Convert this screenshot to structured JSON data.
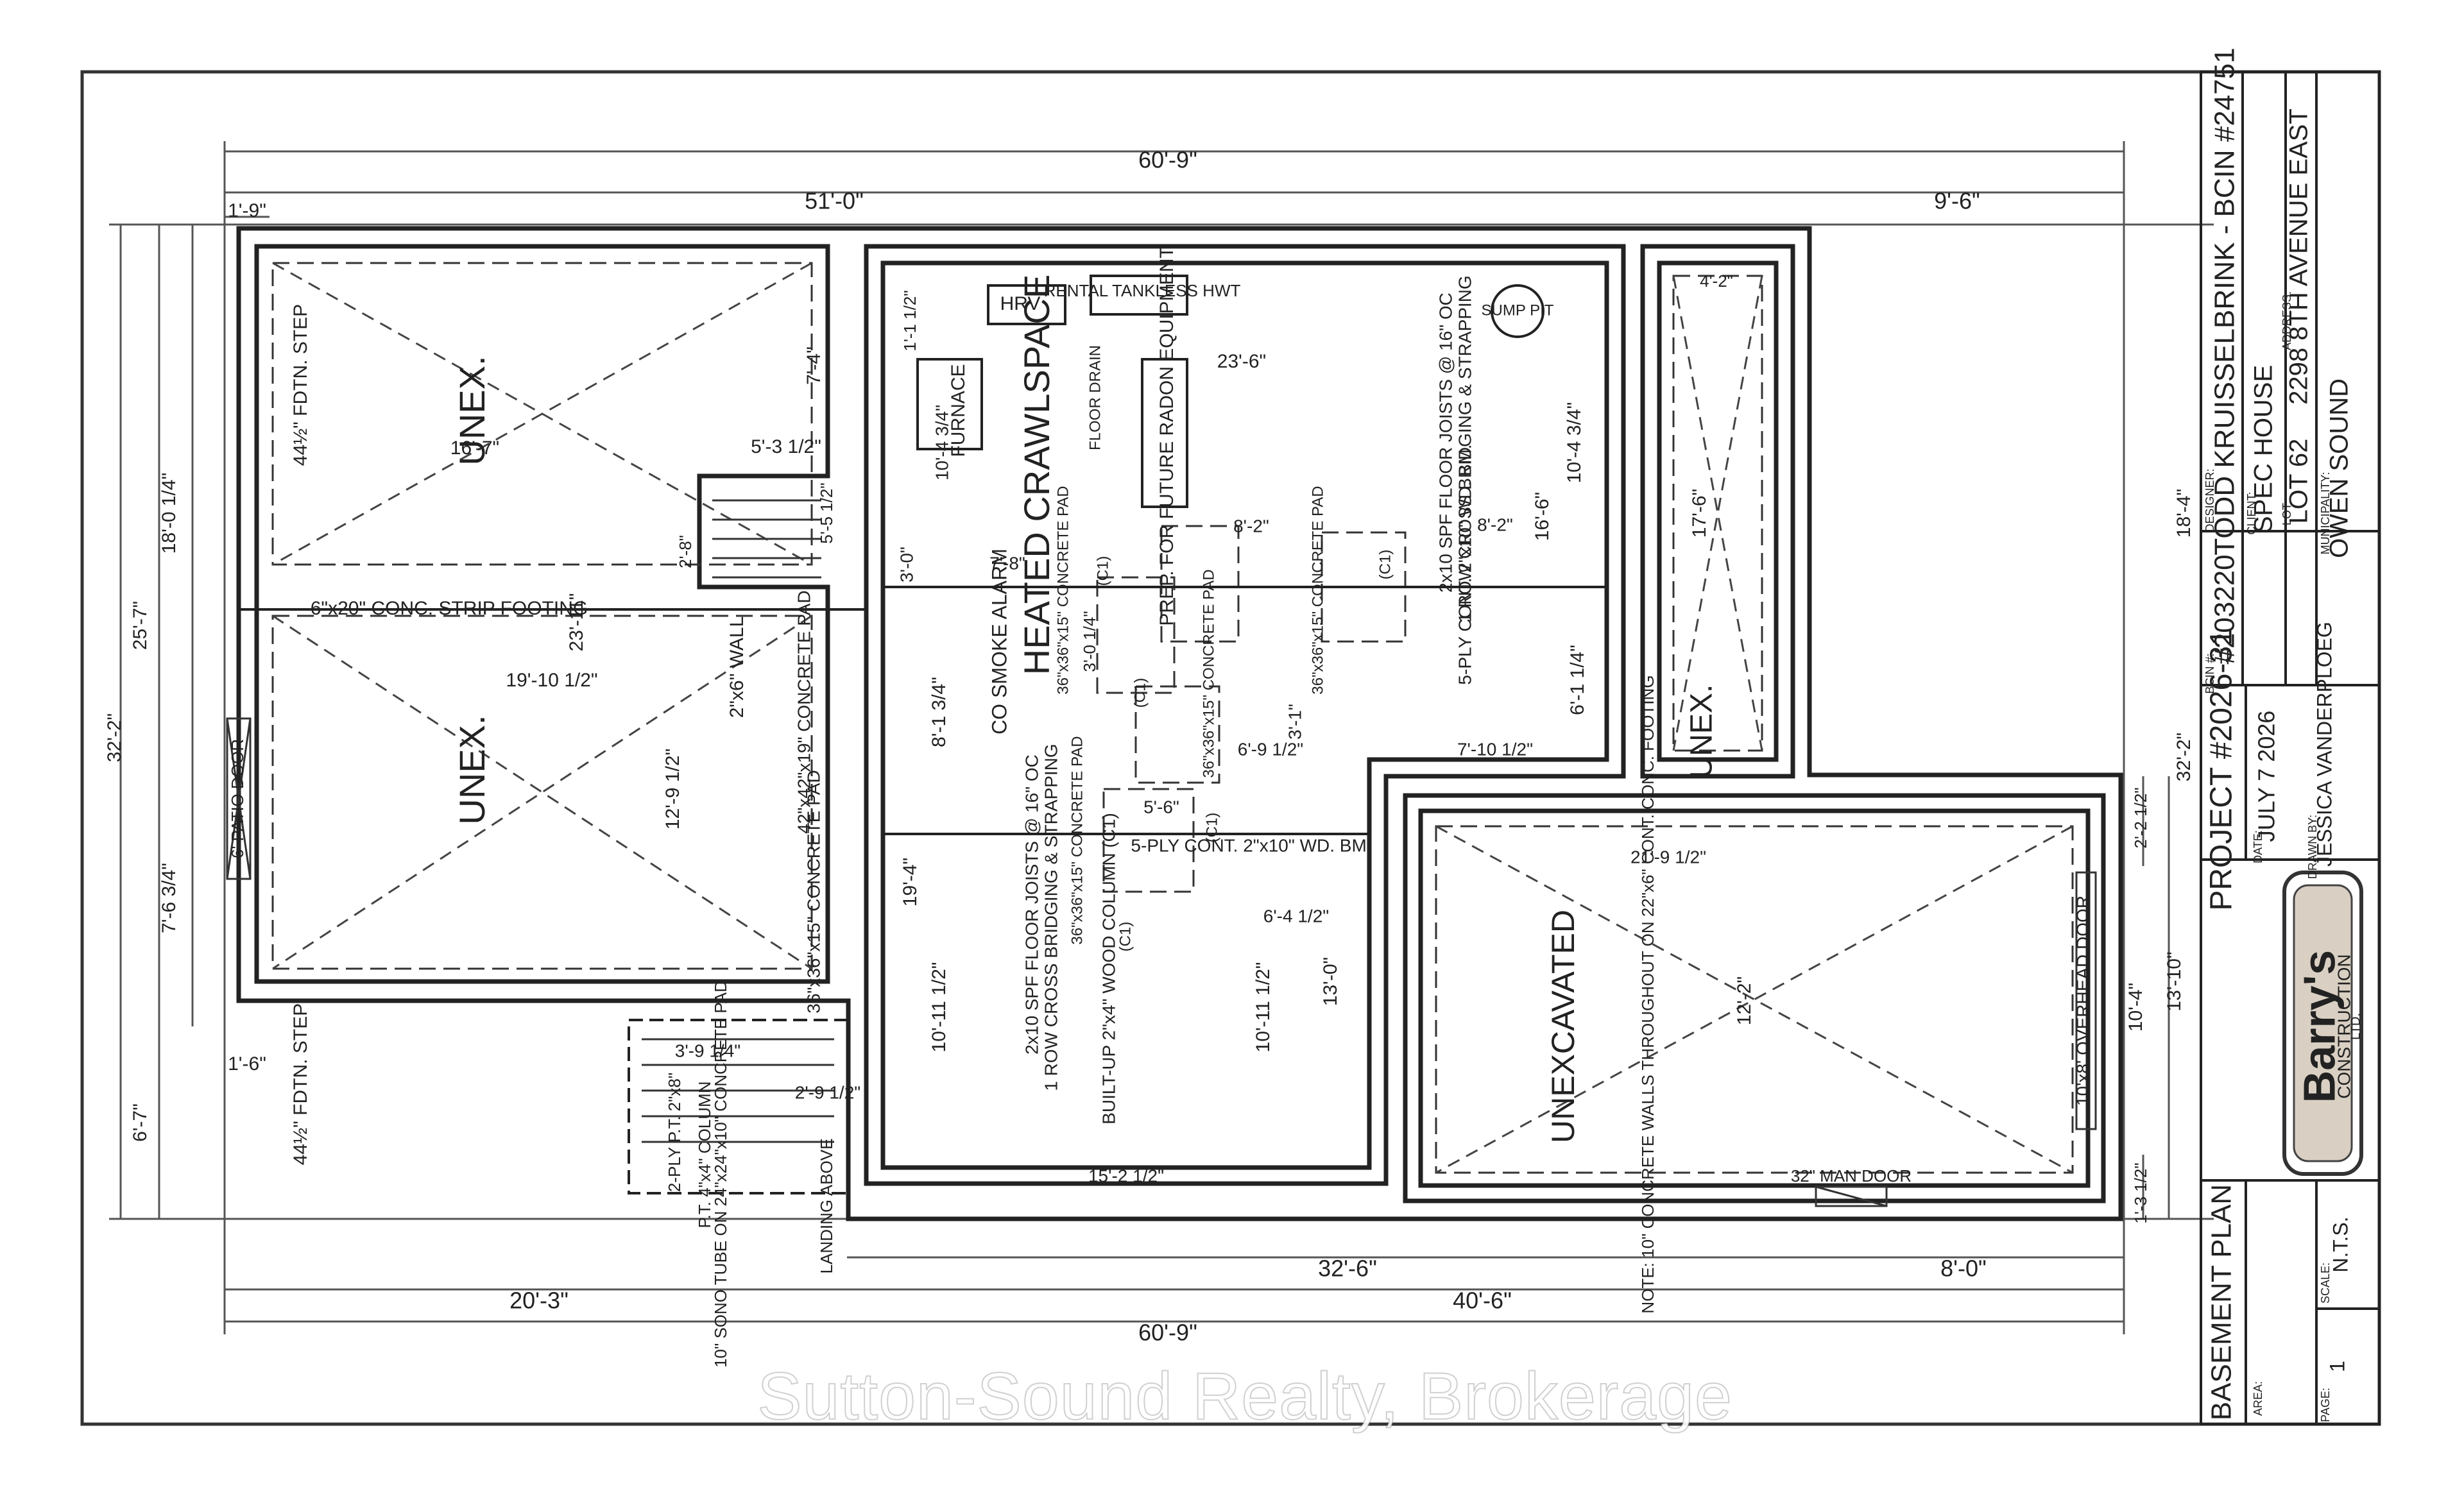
{
  "rotated_labels": {
    "header_dims": [
      {
        "id": "d1",
        "text": "60'-9\""
      },
      {
        "id": "d2",
        "text": "51'-0\""
      },
      {
        "id": "d3",
        "text": "9'-6\""
      },
      {
        "id": "d4",
        "text": "1'-9\""
      }
    ],
    "rooms": [
      {
        "id": "r1",
        "text": "UNEX."
      },
      {
        "id": "r2",
        "text": "UNEX."
      },
      {
        "id": "r3",
        "text": "HEATED CRAWLSPACE"
      },
      {
        "id": "r4",
        "text": "UNEX."
      },
      {
        "id": "r5",
        "text": "UNEXCAVATED"
      }
    ],
    "notes": [
      {
        "id": "n1",
        "text": "44½\" FDTN. STEP"
      },
      {
        "id": "n2",
        "text": "44½\" FDTN. STEP"
      },
      {
        "id": "n3",
        "text": "6\"x20\" CONC. STRIP FOOTING"
      },
      {
        "id": "n4",
        "text": "2\"x6\" WALL"
      },
      {
        "id": "n5",
        "text": "42\"x42\"x19\" CONCRETE PAD"
      },
      {
        "id": "n6",
        "text": "36\"x36\"x15\" CONCRETE PAD"
      },
      {
        "id": "n7",
        "text": "CO SMOKE ALARM"
      },
      {
        "id": "n8",
        "text": "FURNACE"
      },
      {
        "id": "n9",
        "text": "HRV"
      },
      {
        "id": "n10",
        "text": "RENTAL TANKLESS HWT"
      },
      {
        "id": "n11",
        "text": "FLOOR DRAIN"
      },
      {
        "id": "n12",
        "text": "PREP. FOR FUTURE RADON EQUIPMENT"
      },
      {
        "id": "n13",
        "text": "SUMP PIT"
      },
      {
        "id": "n14",
        "text": "2x10 SPF FLOOR JOISTS @ 16\" OC"
      },
      {
        "id": "n15",
        "text": "1 ROW CROSS BRIDGING & STRAPPING"
      },
      {
        "id": "n16",
        "text": "5-PLY CONT. 2\"x10\" WD. BM."
      },
      {
        "id": "n17",
        "text": "5-PLY CONT. 2\"x10\" WD. BM."
      },
      {
        "id": "n18",
        "text": "2x10 SPF FLOOR JOISTS @ 16\" OC"
      },
      {
        "id": "n19",
        "text": "1 ROW CROSS BRIDGING & STRAPPING"
      },
      {
        "id": "n20",
        "text": "BUILT-UP 2\"x4\" WOOD COLUMN (C1)"
      },
      {
        "id": "n21",
        "text": "36\"x36\"x15\" CONCRETE PAD"
      },
      {
        "id": "n22",
        "text": "36\"x36\"x15\" CONCRETE PAD"
      },
      {
        "id": "n23",
        "text": "36\"x36\"x15\" CONCRETE PAD"
      },
      {
        "id": "n24",
        "text": "36\"x36\"x15\" CONCRETE PAD"
      },
      {
        "id": "n25",
        "text": "NOTE: 10\" CONCRETE WALLS THROUGHOUT ON 22\"x6\" CONT. CONC. FOOTING"
      },
      {
        "id": "n26",
        "text": "10'x8' OVERHEAD DOOR"
      },
      {
        "id": "n27",
        "text": "32\" MAN DOOR"
      },
      {
        "id": "n28",
        "text": "6' PATIO DOOR"
      },
      {
        "id": "n29",
        "text": "2-PLY P.T. 2\"x8\""
      },
      {
        "id": "n30",
        "text": "P.T. 4\"x4\" COLUMN"
      },
      {
        "id": "n31",
        "text": "10\" SONO TUBE ON 24\"x24\"x10\" CONCRETE PAD"
      },
      {
        "id": "n32",
        "text": "LANDING ABOVE"
      }
    ],
    "dims": [
      {
        "id": "x1",
        "text": "16'-7\""
      },
      {
        "id": "x2",
        "text": "5'-3 1/2\""
      },
      {
        "id": "x3",
        "text": "7'-4\""
      },
      {
        "id": "x4",
        "text": "18'-0 1/4\""
      },
      {
        "id": "x5",
        "text": "25'-7\""
      },
      {
        "id": "x6",
        "text": "32'-2\""
      },
      {
        "id": "x7",
        "text": "23'-11\""
      },
      {
        "id": "x8",
        "text": "19'-10 1/2\""
      },
      {
        "id": "x9",
        "text": "12'-9 1/2\""
      },
      {
        "id": "x10",
        "text": "7'-6 3/4\""
      },
      {
        "id": "x11",
        "text": "6'-7\""
      },
      {
        "id": "x12",
        "text": "1'-6\""
      },
      {
        "id": "x13",
        "text": "3'-9 1/4\""
      },
      {
        "id": "x14",
        "text": "2'-9 1/2\""
      },
      {
        "id": "x15",
        "text": "20'-3\""
      },
      {
        "id": "x16",
        "text": "40'-6\""
      },
      {
        "id": "x17",
        "text": "60'-9\""
      },
      {
        "id": "x18",
        "text": "32'-6\""
      },
      {
        "id": "x19",
        "text": "8'-0\""
      },
      {
        "id": "x20",
        "text": "15'-2 1/2\""
      },
      {
        "id": "x21",
        "text": "10'-11 1/2\""
      },
      {
        "id": "x22",
        "text": "10'-11 1/2\""
      },
      {
        "id": "x23",
        "text": "13'-0\""
      },
      {
        "id": "x24",
        "text": "6'-4 1/2\""
      },
      {
        "id": "x25",
        "text": "19'-4\""
      },
      {
        "id": "x26",
        "text": "8'-1 3/4\""
      },
      {
        "id": "x27",
        "text": "3'-0\""
      },
      {
        "id": "x28",
        "text": "3'-1\""
      },
      {
        "id": "x29",
        "text": "5'-6\""
      },
      {
        "id": "x30",
        "text": "6'-9 1/2\""
      },
      {
        "id": "x31",
        "text": "7'-10 1/2\""
      },
      {
        "id": "x32",
        "text": "6'-1 1/4\""
      },
      {
        "id": "x33",
        "text": "16'-6\""
      },
      {
        "id": "x34",
        "text": "10'-4 3/4\""
      },
      {
        "id": "x35",
        "text": "23'-6\""
      },
      {
        "id": "x36",
        "text": "8'-2\""
      },
      {
        "id": "x37",
        "text": "8'-2\""
      },
      {
        "id": "x38",
        "text": "7'-8\""
      },
      {
        "id": "x39",
        "text": "3'-0 1/4\""
      },
      {
        "id": "x40",
        "text": "17'-6\""
      },
      {
        "id": "x41",
        "text": "4'-2\""
      },
      {
        "id": "x42",
        "text": "18'-4\""
      },
      {
        "id": "x43",
        "text": "32'-2\""
      },
      {
        "id": "x44",
        "text": "21'-9 1/2\""
      },
      {
        "id": "x45",
        "text": "12'-2\""
      },
      {
        "id": "x46",
        "text": "10'-4\""
      },
      {
        "id": "x47",
        "text": "13'-10\""
      },
      {
        "id": "x48",
        "text": "2'-2 1/2\""
      },
      {
        "id": "x49",
        "text": "1'-3 1/2\""
      },
      {
        "id": "x50",
        "text": "1'-1 1/2\""
      },
      {
        "id": "x51",
        "text": "5'-5 1/2\""
      },
      {
        "id": "x52",
        "text": "10'-4 3/4\""
      },
      {
        "id": "x53",
        "text": "2'-8\""
      },
      {
        "id": "x54",
        "text": "(C1)"
      },
      {
        "id": "x55",
        "text": "(C1)"
      },
      {
        "id": "x56",
        "text": "(C1)"
      },
      {
        "id": "x57",
        "text": "(C1)"
      },
      {
        "id": "x58",
        "text": "(C1)"
      }
    ]
  },
  "title_block": {
    "designer_label": "DESIGNER:",
    "designer": "TODD KRUISSELBRINK - BCIN #24751",
    "bcin_label": "BCIN #:",
    "bcin": "#203220",
    "client_label": "CLIENT:",
    "client": "SPEC HOUSE",
    "lot_label": "LOT:",
    "lot": "LOT 62",
    "address_label": "ADDRESS:",
    "address": "2298 8TH AVENUE EAST",
    "municipality_label": "MUNICIPALITY:",
    "municipality": "OWEN SOUND",
    "project": "PROJECT #2026-31",
    "date_label": "DATE:",
    "date": "JULY 7 2026",
    "drawn_by_label": "DRAWN BY:",
    "drawn_by": "JESSICA VANDERPLOEG",
    "sheet_title": "BASEMENT PLAN",
    "area_label": "AREA:",
    "page_label": "PAGE:",
    "page": "1",
    "scale_label": "SCALE:",
    "scale": "N.T.S.",
    "logo_line1": "Barry's",
    "logo_line2": "CONSTRUCTION",
    "logo_line3": "LTD."
  },
  "watermark": "Sutton-Sound Realty, Brokerage"
}
